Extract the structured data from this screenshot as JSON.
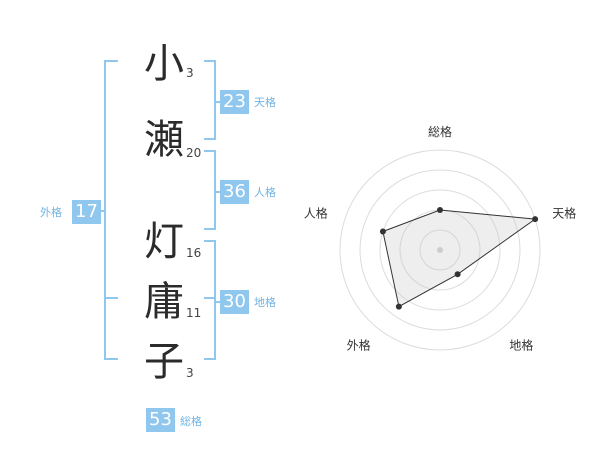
{
  "name": {
    "chars": [
      {
        "char": "小",
        "strokes": "3"
      },
      {
        "char": "瀬",
        "strokes": "20"
      },
      {
        "char": "灯",
        "strokes": "16"
      },
      {
        "char": "庸",
        "strokes": "11"
      },
      {
        "char": "子",
        "strokes": "3"
      }
    ]
  },
  "kakusu": {
    "tenkaku": {
      "value": "23",
      "label": "天格"
    },
    "jinkaku": {
      "value": "36",
      "label": "人格"
    },
    "chikaku": {
      "value": "30",
      "label": "地格"
    },
    "gaikaku": {
      "value": "17",
      "label": "外格"
    },
    "soukaku": {
      "value": "53",
      "label": "総格"
    }
  },
  "colors": {
    "accent": "#8fc7ee",
    "label": "#6fb3e3"
  },
  "chart_data": {
    "type": "radar",
    "axes": [
      "総格",
      "天格",
      "地格",
      "外格",
      "人格"
    ],
    "values": [
      2,
      5,
      1.5,
      3.5,
      3
    ],
    "max": 5,
    "rings": 5
  }
}
